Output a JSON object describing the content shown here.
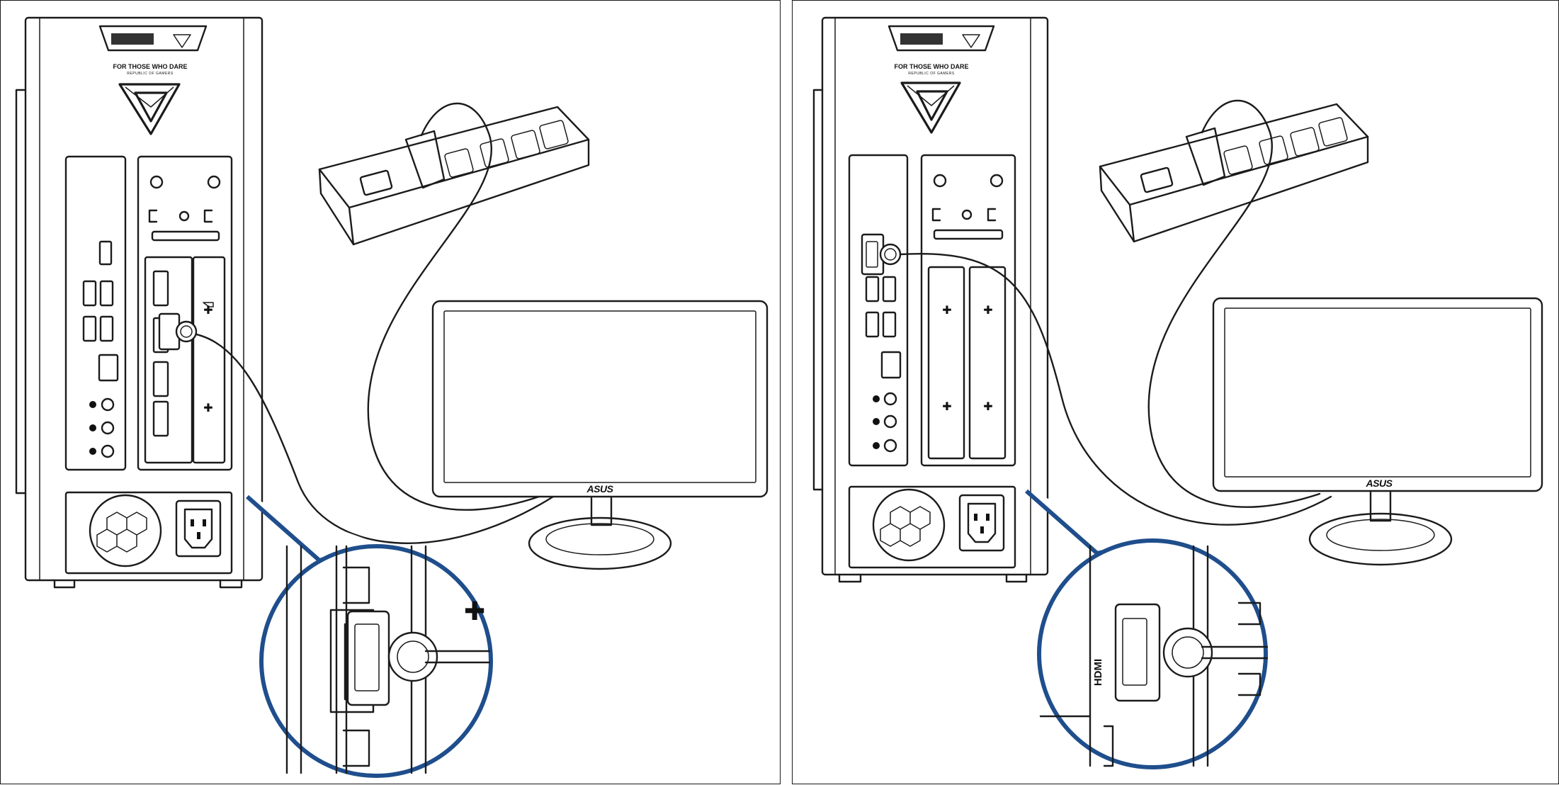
{
  "panels": [
    {
      "id": "left",
      "tower": {
        "slogan": "FOR THOSE WHO DARE",
        "sub_slogan": "REPUBLIC OF GAMERS"
      },
      "monitor": {
        "brand": "ASUS"
      },
      "callout_port_label": ""
    },
    {
      "id": "right",
      "tower": {
        "slogan": "FOR THOSE WHO DARE",
        "sub_slogan": "REPUBLIC OF GAMERS"
      },
      "monitor": {
        "brand": "ASUS"
      },
      "callout_port_label": "HDMI"
    }
  ],
  "colors": {
    "line": "#1b1b1b",
    "callout_ring": "#1f4e8c",
    "background": "#ffffff"
  }
}
